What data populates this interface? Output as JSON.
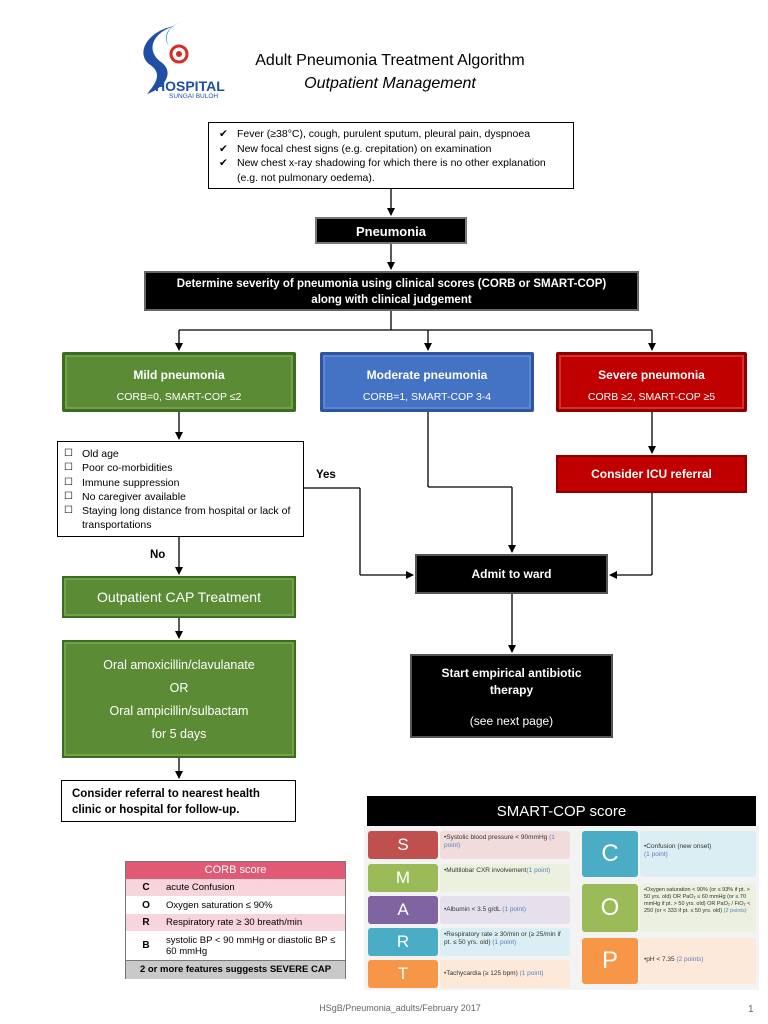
{
  "header": {
    "title": "Adult Pneumonia Treatment Algorithm",
    "subtitle": "Outpatient Management",
    "logo_text": "HOSPITAL",
    "logo_subtext": "SUNGAI BULOH"
  },
  "symptoms": [
    "Fever (≥38°C), cough, purulent sputum, pleural pain, dyspnoea",
    "New focal chest signs (e.g. crepitation) on examination",
    "New chest x-ray shadowing for which there is no other explanation (e.g. not pulmonary oedema)."
  ],
  "pneumonia_label": "Pneumonia",
  "determine": {
    "line1": "Determine severity of pneumonia using clinical scores (CORB or SMART-COP)",
    "line2": "along with clinical judgement"
  },
  "severity": {
    "mild": {
      "name": "Mild pneumonia",
      "criteria": "CORB=0, SMART-COP ≤2"
    },
    "moderate": {
      "name": "Moderate pneumonia",
      "criteria": "CORB=1, SMART-COP 3-4"
    },
    "severe": {
      "name": "Severe pneumonia",
      "criteria": "CORB ≥2, SMART-COP ≥5"
    }
  },
  "risk_factors": [
    "Old age",
    "Poor co-morbidities",
    "Immune suppression",
    "No caregiver available",
    "Staying long distance from hospital or lack of transportations"
  ],
  "labels": {
    "yes": "Yes",
    "no": "No"
  },
  "icu_referral": "Consider ICU referral",
  "admit": "Admit to ward",
  "outpatient": "Outpatient CAP Treatment",
  "empirical": {
    "line1": "Start empirical antibiotic",
    "line2": "therapy",
    "line3": "(see next page)"
  },
  "oral_treatment": {
    "line1": "Oral amoxicillin/clavulanate",
    "line2": "OR",
    "line3": "Oral ampicillin/sulbactam",
    "line4": "for 5 days"
  },
  "referral": "Consider referral to nearest health clinic or hospital for follow-up.",
  "corb": {
    "title": "CORB score",
    "rows": [
      {
        "key": "C",
        "text": "acute Confusion"
      },
      {
        "key": "O",
        "text": "Oxygen saturation ≤ 90%"
      },
      {
        "key": "R",
        "text": "Respiratory rate ≥ 30 breath/min"
      },
      {
        "key": "B",
        "text": "systolic BP < 90 mmHg or diastolic BP ≤ 60 mmHg"
      }
    ],
    "footer": "2 or more features suggests SEVERE CAP"
  },
  "smartcop": {
    "title": "SMART-COP score",
    "letters": [
      {
        "letter": "S",
        "color": "#c0504d",
        "text": "•Systolic blood pressure < 90mmHg",
        "points": "(1 point)"
      },
      {
        "letter": "M",
        "color": "#9bbb59",
        "text": "•Multilobar CXR involvement",
        "points": "(1 point)"
      },
      {
        "letter": "A",
        "color": "#8064a2",
        "text": "•Albumin < 3.5 g/dL",
        "points": "(1 point)"
      },
      {
        "letter": "R",
        "color": "#4bacc6",
        "text": "•Respiratory rate ≥ 30/min or (≥ 25/min if pt. ≤ 50 yrs. old)",
        "points": "(1 point)"
      },
      {
        "letter": "T",
        "color": "#f79646",
        "text": "•Tachycardia (≥ 125 bpm)",
        "points": "(1 point)"
      },
      {
        "letter": "C",
        "color": "#4bacc6",
        "text": "•Confusion (new onset)",
        "points": "(1 point)"
      },
      {
        "letter": "O",
        "color": "#9bbb59",
        "text": "•Oxygen saturation < 90% (or ≤ 93% if pt. > 50 yrs. old) OR PaO₂ ≤ 60 mmHg (or ≤ 70 mmHg if pt. > 50 yrs. old) OR PaO₂ / FiO₂ < 250 (or < 333 if pt. ≤ 50 yrs. old)",
        "points": "(2 points)"
      },
      {
        "letter": "P",
        "color": "#f79646",
        "text": "•pH < 7.35",
        "points": "(2 points)"
      }
    ]
  },
  "footer": "HSgB/Pneumonia_adults/February 2017",
  "page_number": "1"
}
